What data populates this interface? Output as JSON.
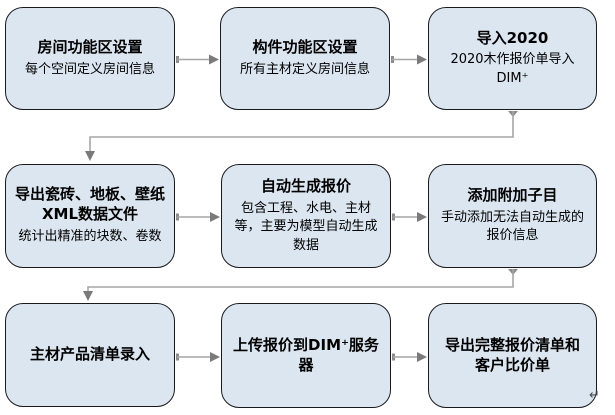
{
  "flowchart": {
    "boxes": [
      {
        "title": "房间功能区设置",
        "subtitle": "每个空间定义房间信息"
      },
      {
        "title": "构件功能区设置",
        "subtitle": "所有主材定义房间信息"
      },
      {
        "title": "导入2020",
        "subtitle": "2020木作报价单导入DIM⁺"
      },
      {
        "title": "导出瓷砖、地板、壁纸XML数据文件",
        "subtitle": "统计出精准的块数、卷数"
      },
      {
        "title": "自动生成报价",
        "subtitle": "包含工程、水电、主材等，主要为模型自动生成数据"
      },
      {
        "title": "添加附加子目",
        "subtitle": "手动添加无法自动生成的报价信息"
      },
      {
        "title": "主材产品清单录入",
        "subtitle": ""
      },
      {
        "title": "上传报价到DIM⁺服务器",
        "subtitle": ""
      },
      {
        "title": "导出完整报价清单和客户比价单",
        "subtitle": ""
      }
    ],
    "colors": {
      "box_fill": "#dce6f1",
      "box_border": "#1a1a1e",
      "connector_line": "#a6a6a6",
      "arrowhead": "#7a7a7a"
    },
    "paragraph_mark": "↵"
  }
}
